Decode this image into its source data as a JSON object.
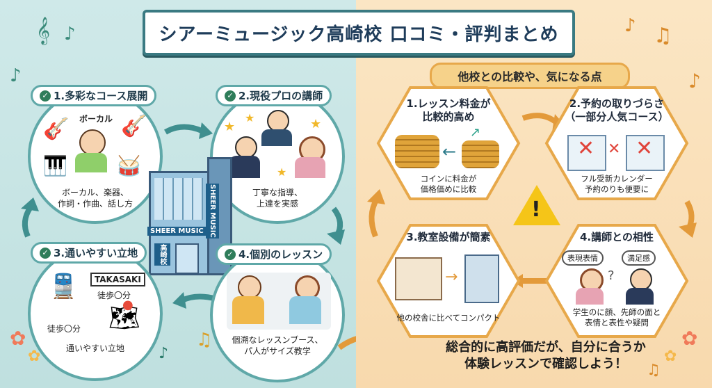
{
  "title": "シアーミュージック高崎校 口コミ・評判まとめ",
  "left": {
    "features": [
      {
        "label": "1.多彩なコース展開",
        "tag": "ボーカル",
        "caption": "ボーカル、楽器、\n作詞・作曲、話し方"
      },
      {
        "label": "2.現役プロの講師",
        "caption": "丁寧な指導、\n上達を実感"
      },
      {
        "label": "3.通いやすい立地",
        "station": "TAKASAKI",
        "walk1": "徒歩〇分",
        "walk2": "徒歩〇分",
        "caption": "通いやすい立地"
      },
      {
        "label": "4.個別のレッスン",
        "caption": "個溯なレッスンブース、\nパ人がサイズ教学"
      }
    ],
    "building_sign_front": "SHEER MUSIC",
    "building_sign_side": "SHEER MUSIC",
    "building_small_sign": "高崎校"
  },
  "right": {
    "banner": "他校との比較や、気になる点",
    "points": [
      {
        "title": "1.レッスン料金が\n比較的高め",
        "caption": "コインに料金が\n価格価めに比較"
      },
      {
        "title": "2.予約の取りづらさ\n（一部分人気コース）",
        "caption": "フル受新カレンダー\n予約のりも便要に"
      },
      {
        "title": "3.教室設備が簡素",
        "caption": "他の校舎に比べてコンパクト"
      },
      {
        "title": "4.講師との相性",
        "bubble1": "表現表情",
        "bubble2": "満足感",
        "caption": "学生のに顔、先師の面と\n表情と表性や疑問"
      }
    ],
    "summary": "総合的に高評価だが、自分に合うか\n体験レッスンで確認しよう！"
  },
  "colors": {
    "teal": "#5fa8a8",
    "orange": "#e7a84a",
    "navy": "#1e3c5a",
    "warning": "#f5c518"
  }
}
